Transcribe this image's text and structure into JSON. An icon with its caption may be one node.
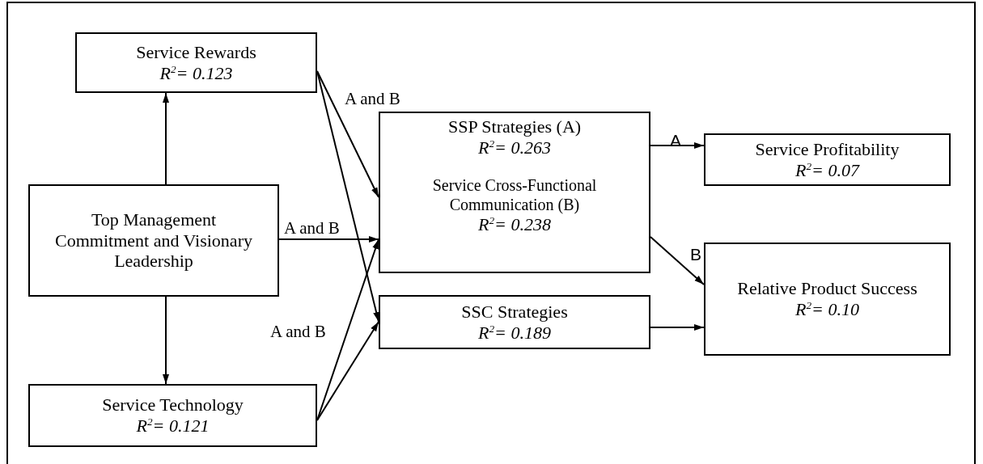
{
  "diagram": {
    "nodes": [
      {
        "text": [
          "Service Rewards",
          "R$^{2}$= 0.123"
        ]
      },
      {
        "text": [
          "Top Management Commitment and Visionary Leadership"
        ]
      },
      {
        "text": [
          "Service Technology",
          "R$^{2}$= 0.121"
        ]
      },
      {
        "text": [
          "SSP Strategies (A)",
          "R$^{2}$= 0.263",
          "Service Cross-Functional Communication (B)",
          "R$^{2}$= 0.238"
        ]
      },
      {
        "text": [
          "SSC Strategies",
          "R$^{2}$= 0.189"
        ]
      },
      {
        "text": [
          "Service Profitability",
          "R$^{2}$= 0.07"
        ]
      },
      {
        "text": [
          "Relative Product Success",
          "R$^{2}$= 0.10"
        ]
      }
    ],
    "edges": [
      {
        "from": 1,
        "to": 0,
        "arrow": "to"
      },
      {
        "from": 1,
        "to": 2,
        "arrow": "to"
      },
      {
        "from": 0,
        "to": 3,
        "arrow": "to",
        "label": "A and B"
      },
      {
        "from": 0,
        "to": 4,
        "arrow": "to"
      },
      {
        "from": 1,
        "to": 3,
        "arrow": "to",
        "label": "A and B"
      },
      {
        "from": 2,
        "to": 3,
        "arrow": "to",
        "label": "A and B"
      },
      {
        "from": 2,
        "to": 4,
        "arrow": "to"
      },
      {
        "from": 3,
        "to": 5,
        "arrow": "to",
        "label": "A"
      },
      {
        "from": 3,
        "to": 6,
        "arrow": "to",
        "label": "B"
      },
      {
        "from": 4,
        "to": 6,
        "arrow": "to"
      }
    ]
  }
}
